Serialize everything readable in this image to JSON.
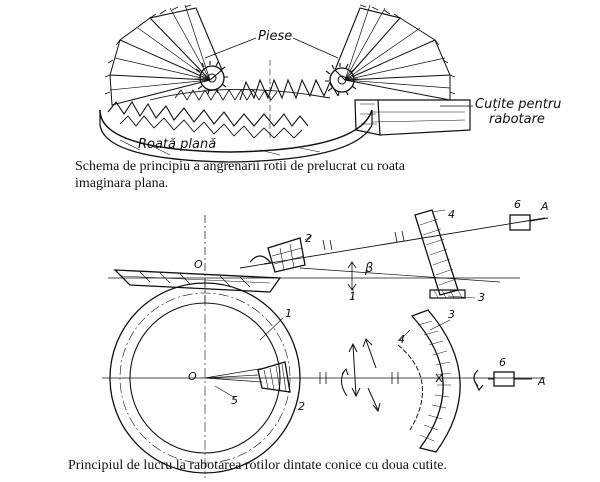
{
  "top_figure": {
    "label_piese": "Piese",
    "label_roata": "Roată plană",
    "label_cutite_1": "Cuțite pentru",
    "label_cutite_2": "rabotare",
    "caption_line1": "Schema de principiu a angrenarii rotii de prelucrat cu roata",
    "caption_line2": "imaginara plana."
  },
  "middle_figure": {
    "label_O": "O",
    "label_beta": "β",
    "label_1": "1",
    "label_2": "2",
    "label_3": "3",
    "label_4": "4",
    "label_6": "6",
    "label_A": "A"
  },
  "bottom_figure": {
    "label_O": "O",
    "label_1": "1",
    "label_2": "2",
    "label_3": "3",
    "label_4": "4",
    "label_5": "5",
    "label_6": "6",
    "label_A": "A",
    "caption": "Principiul de lucru la rabotarea rotilor dintate conice cu doua cutite."
  }
}
